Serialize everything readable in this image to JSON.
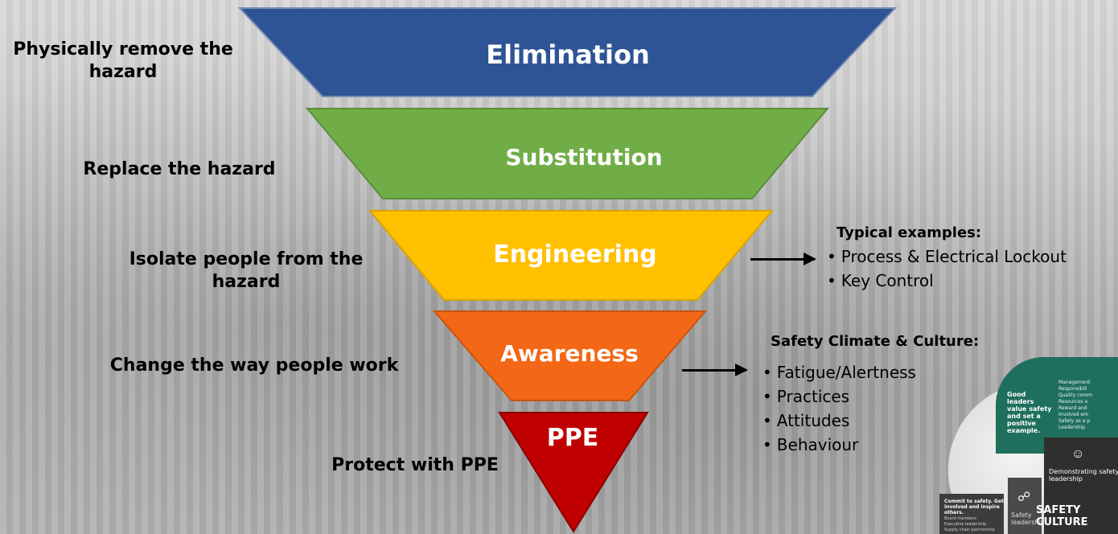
{
  "pyramid": {
    "levels": [
      {
        "label": "Elimination",
        "color": "#2e5496"
      },
      {
        "label": "Substitution",
        "color": "#70ad47"
      },
      {
        "label": "Engineering",
        "color": "#ffc000"
      },
      {
        "label": "Awareness",
        "color": "#f46716"
      },
      {
        "label": "PPE",
        "color": "#c00000"
      }
    ],
    "left_labels": [
      "Physically remove the hazard",
      "Replace the hazard",
      "Isolate people from the hazard",
      "Change the way people work",
      "Protect with PPE"
    ]
  },
  "engineering_examples": {
    "heading": "Typical examples:",
    "items": [
      "Process & Electrical Lockout",
      "Key Control"
    ]
  },
  "awareness_examples": {
    "heading": "Safety Climate & Culture:",
    "items": [
      "Fatigue/Alertness",
      "Practices",
      "Attitudes",
      "Behaviour"
    ]
  },
  "culture_graphic": {
    "green_text": "Good leaders value safety and set a positive example.",
    "green_list": "Management\nResponsibili\nQuality comm\nResources a\nReward and\nInvolved em\nSafety as a p\nLeadership",
    "left_text": "Commit to safety. Get involved and inspire others.",
    "left_sub": "Board members\nExecutive leadership\nSupply chain partnership",
    "mid_text": "Safety leadership",
    "right_text": "Demonstrating safety leadership",
    "badge": "SAFETY CULTURE"
  }
}
